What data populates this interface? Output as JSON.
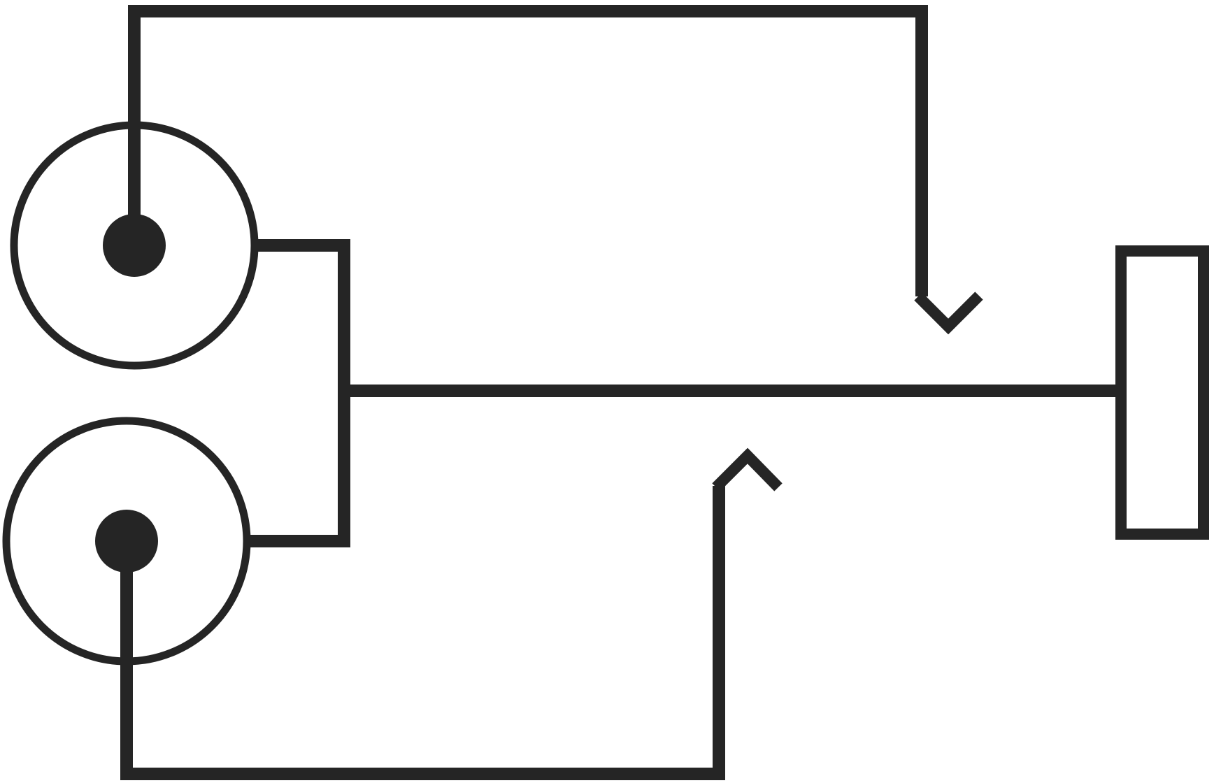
{
  "diagram": {
    "kind": "cable-wiring-schematic",
    "stroke_color": "#252525",
    "background_color": "#ffffff",
    "components": [
      {
        "id": "connector-top",
        "type": "coaxial-connector",
        "icon": "rca-jack-icon"
      },
      {
        "id": "connector-bottom",
        "type": "coaxial-connector",
        "icon": "rca-jack-icon"
      },
      {
        "id": "plug-right",
        "type": "plug-body",
        "icon": "plug-rectangle-icon"
      },
      {
        "id": "contact-top",
        "type": "spring-contact",
        "direction": "down"
      },
      {
        "id": "contact-bottom",
        "type": "spring-contact",
        "direction": "up"
      }
    ],
    "wires": [
      {
        "id": "wire-top-signal",
        "from": "connector-top",
        "to": "contact-top"
      },
      {
        "id": "wire-bottom-signal",
        "from": "connector-bottom",
        "to": "contact-bottom"
      },
      {
        "id": "wire-shield-bus",
        "from": "connector-top",
        "to": "connector-bottom"
      },
      {
        "id": "wire-ground",
        "from": "wire-shield-bus",
        "to": "plug-right"
      }
    ]
  }
}
